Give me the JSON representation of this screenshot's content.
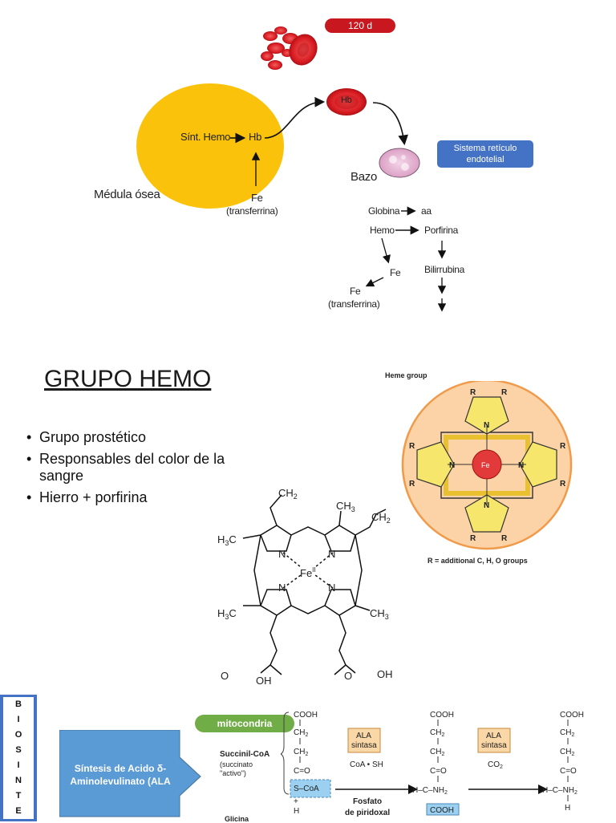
{
  "top_diagram": {
    "lifespan_badge": "120 d",
    "bone_marrow_label": "Médula ósea",
    "heme_synthesis": "Sínt. Hemo",
    "hb_marrow": "Hb",
    "hb_circulating": "Hb",
    "fe_source": "Fe",
    "fe_source_sub": "(transferrina)",
    "reticulo_system": "Sistema retículo endotelial",
    "spleen_label": "Bazo",
    "globin": "Globina",
    "amino_acids": "aa",
    "heme": "Hemo",
    "porphyrin": "Porfirina",
    "fe_released": "Fe",
    "bilirubin": "Bilirrubina",
    "fe_recycled": "Fe",
    "fe_recycled_sub": "(transferrina)"
  },
  "middle_section": {
    "title": "GRUPO HEMO",
    "bullets": [
      "Grupo prostético",
      "Responsables del color de la sangre",
      "Hierro + porfirina"
    ],
    "heme_figure_title": "Heme group",
    "heme_center": "Fe",
    "heme_nitrogen": "N",
    "heme_r": "R",
    "heme_caption": "R = additional C, H, O groups",
    "structure": {
      "ch2_top": "CH2",
      "ch3_top": "CH3",
      "ch2_right": "CH2",
      "h3c_left_top": "H3C",
      "h3c_left_bottom": "H3C",
      "ch3_right": "CH3",
      "fe": "Fe",
      "fe_ox": "II",
      "n": "N",
      "oh_left": "OH",
      "oh_right": "OH",
      "o_left": "O",
      "o_right": "O"
    }
  },
  "bottom_section": {
    "vertical_letters": [
      "B",
      "I",
      "O",
      "S",
      "I",
      "N",
      "T",
      "E"
    ],
    "synthesis_box": "Síntesis de Acido δ-Aminolevulinato (ALA",
    "mitochondria": "mitocondria",
    "succinyl_coa": "Succinil-CoA",
    "succinyl_note": "(succinato \"activo\")",
    "glycine_partial": "Glicina",
    "enzyme1": "ALA sintasa",
    "enzyme2": "ALA sintasa",
    "coash": "CoA • SH",
    "co2": "CO2",
    "cofactor": "Fosfato de piridoxal",
    "cooh": "COOH",
    "ch2": "CH2",
    "co": "C=O",
    "s_coa": "S–CoA",
    "h_c_nh2": "H–C–NH2",
    "h": "H"
  }
}
